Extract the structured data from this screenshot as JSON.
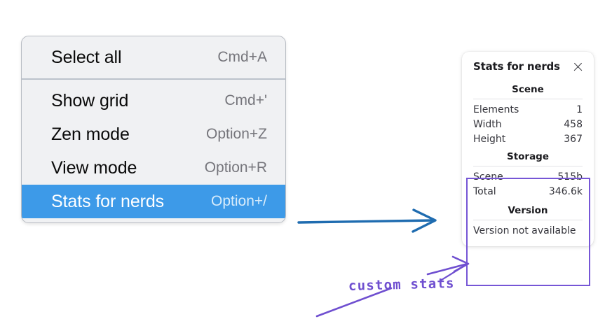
{
  "context_menu": {
    "groups": [
      {
        "items": [
          {
            "label": "Select all",
            "shortcut": "Cmd+A",
            "selected": false
          }
        ]
      },
      {
        "items": [
          {
            "label": "Show grid",
            "shortcut": "Cmd+'",
            "selected": false
          },
          {
            "label": "Zen mode",
            "shortcut": "Option+Z",
            "selected": false
          },
          {
            "label": "View mode",
            "shortcut": "Option+R",
            "selected": false
          },
          {
            "label": "Stats for nerds",
            "shortcut": "Option+/",
            "selected": true
          }
        ]
      }
    ],
    "selected_background": "#3d9ae8"
  },
  "stats_panel": {
    "title": "Stats for nerds",
    "close_icon": "close-icon",
    "sections": [
      {
        "heading": "Scene",
        "rows": [
          {
            "key": "Elements",
            "value": "1"
          },
          {
            "key": "Width",
            "value": "458"
          },
          {
            "key": "Height",
            "value": "367"
          }
        ]
      },
      {
        "heading": "Storage",
        "rows": [
          {
            "key": "Scene",
            "value": "515b"
          },
          {
            "key": "Total",
            "value": "346.6k"
          }
        ]
      },
      {
        "heading": "Version",
        "single_line": "Version not available"
      }
    ]
  },
  "annotations": {
    "handwritten_label": "custom stats",
    "highlight_color": "#7656d6",
    "arrow_color": "#1f6cb0"
  }
}
